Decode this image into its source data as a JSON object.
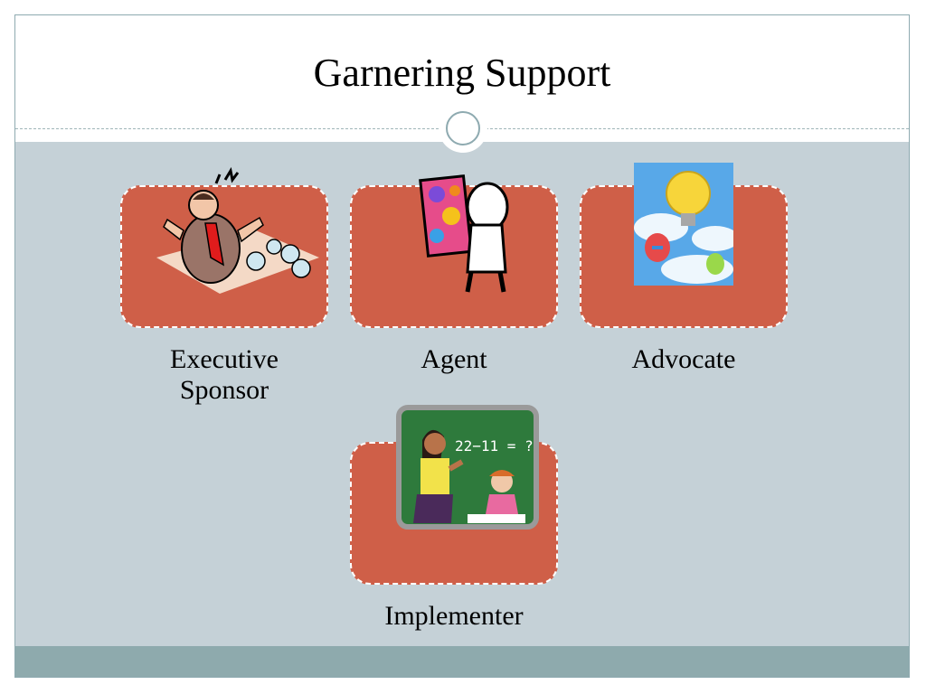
{
  "slide": {
    "title": "Garnering Support"
  },
  "roles": [
    {
      "label": "Executive Sponsor",
      "icon": "angry-executive-icon"
    },
    {
      "label": "Agent",
      "icon": "painter-with-canvas-icon"
    },
    {
      "label": "Advocate",
      "icon": "lightbulb-balloon-icon"
    },
    {
      "label": "Implementer",
      "icon": "teacher-chalkboard-icon"
    }
  ],
  "chalkboard": {
    "equation": "22−11 = ?"
  },
  "colors": {
    "card": "#cf5f48",
    "background": "#c5d1d7",
    "footer": "#8eaaad",
    "border": "#8eaab0"
  }
}
